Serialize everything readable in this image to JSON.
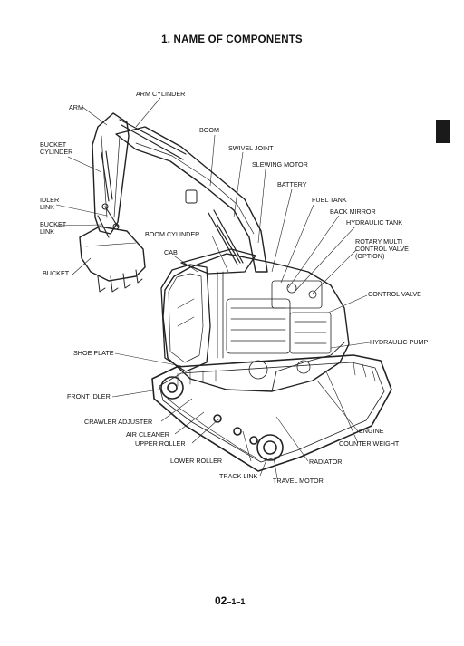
{
  "title": "1. NAME OF COMPONENTS",
  "page_number": {
    "main": "02",
    "suffix": "–1–1"
  },
  "labels": {
    "arm_cylinder": "ARM CYLINDER",
    "arm": "ARM",
    "boom": "BOOM",
    "bucket_cylinder": "BUCKET\nCYLINDER",
    "swivel_joint": "SWIVEL JOINT",
    "slewing_motor": "SLEWING MOTOR",
    "battery": "BATTERY",
    "fuel_tank": "FUEL TANK",
    "back_mirror": "BACK MIRROR",
    "hydraulic_tank": "HYDRAULIC TANK",
    "idler_link": "IDLER\nLINK",
    "bucket_link": "BUCKET\nLINK",
    "boom_cylinder": "BOOM CYLINDER",
    "rotary_multi_control_valve": "ROTARY MULTI\nCONTROL VALVE\n(OPTION)",
    "cab": "CAB",
    "bucket": "BUCKET",
    "control_valve": "CONTROL VALVE",
    "hydraulic_pump": "HYDRAULIC PUMP",
    "shoe_plate": "SHOE PLATE",
    "front_idler": "FRONT IDLER",
    "crawler_adjuster": "CRAWLER ADJUSTER",
    "air_cleaner": "AIR CLEANER",
    "upper_roller": "UPPER ROLLER",
    "engine": "ENGINE",
    "counter_weight": "COUNTER WEIGHT",
    "lower_roller": "LOWER ROLLER",
    "radiator": "RADIATOR",
    "track_link": "TRACK LINK",
    "travel_motor": "TRAVEL MOTOR"
  }
}
